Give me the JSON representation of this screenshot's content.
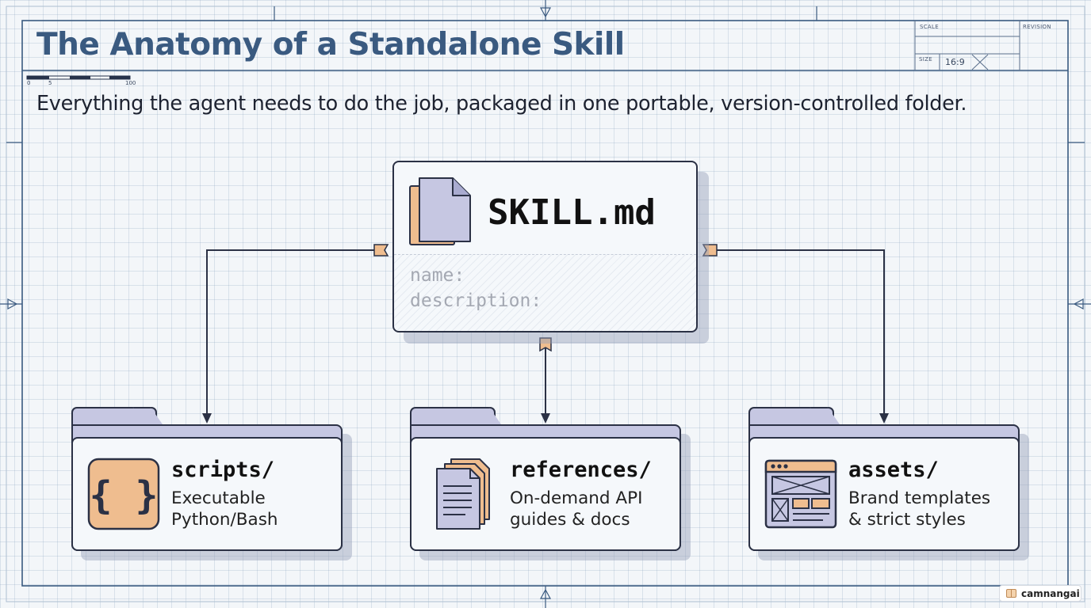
{
  "title": "The Anatomy of a Standalone Skill",
  "subtitle": "Everything the agent needs to do the job, packaged in one portable, version-controlled folder.",
  "title_block": {
    "scale_label": "SCALE",
    "revision_label": "REVISION",
    "size_label": "SIZE",
    "size_value": "16:9"
  },
  "scale_bar": [
    "0",
    "5",
    "100"
  ],
  "skill_file": {
    "name": "SKILL.md",
    "fields": [
      "name:",
      "description:"
    ],
    "icon": "document-stack-icon"
  },
  "folders": [
    {
      "name": "scripts/",
      "description": [
        "Executable",
        "Python/Bash"
      ],
      "icon": "curly-braces-icon"
    },
    {
      "name": "references/",
      "description": [
        "On-demand API",
        "guides & docs"
      ],
      "icon": "document-stack-icon"
    },
    {
      "name": "assets/",
      "description": [
        "Brand templates",
        "& strict styles"
      ],
      "icon": "browser-template-icon"
    }
  ],
  "watermark": "camnangai",
  "colors": {
    "title": "#3a5a80",
    "outline": "#2b3145",
    "folder_tab": "#c6c7e2",
    "card_bg": "#f5f8fb",
    "accent_orange": "#efbd8f",
    "grid_bg": "#f3f6f9"
  }
}
